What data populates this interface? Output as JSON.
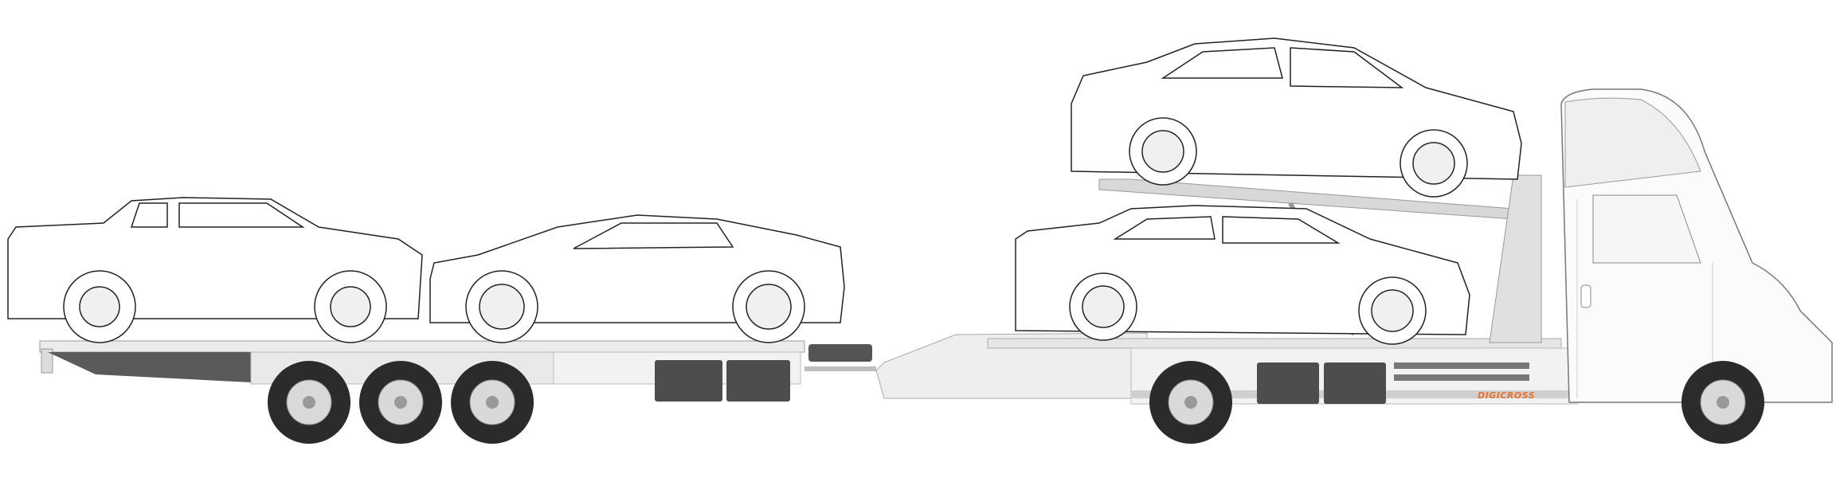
{
  "truck": {
    "brand_label": "DIGICROSS",
    "colors": {
      "brand_orange": "#e8742a",
      "chassis_grey": "#5a5a5a",
      "deck_light": "#e6e6e6",
      "tire_dark": "#2b2b2b",
      "outline": "#222222"
    }
  },
  "cargo": [
    {
      "type": "pickup-truck"
    },
    {
      "type": "sports-coupe"
    },
    {
      "type": "sedan-upper-deck"
    },
    {
      "type": "sedan-lower-deck"
    }
  ]
}
